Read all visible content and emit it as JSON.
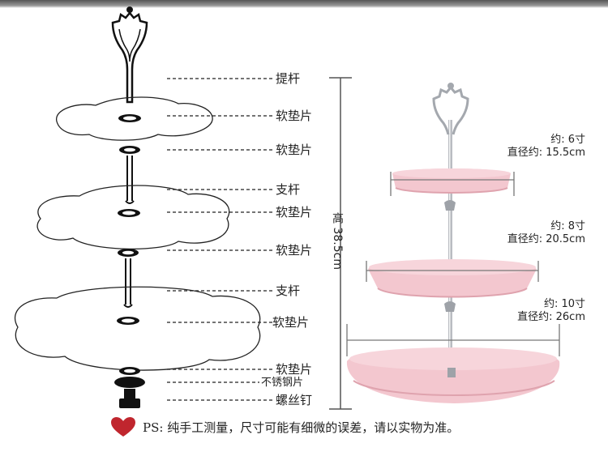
{
  "colors": {
    "plate": "#f3c7cf",
    "plate_shadow": "#dfa3ae",
    "metal": "#b9bcc2",
    "line": "#333333",
    "heart": "#c0262e"
  },
  "parts": {
    "handle": "提杆",
    "gasket": "软垫片",
    "rod": "支杆",
    "steel_washer": "不锈钢片",
    "screw": "螺丝钉"
  },
  "height": "高 38.5cm",
  "tiers": [
    {
      "size": "约: 6寸",
      "diameter": "直径约: 15.5cm"
    },
    {
      "size": "约: 8寸",
      "diameter": "直径约: 20.5cm"
    },
    {
      "size": "约: 10寸",
      "diameter": "直径约: 26cm"
    }
  ],
  "footnote": {
    "icon": "heart-icon",
    "text": "PS: 纯手工测量，尺寸可能有细微的误差，请以实物为准。"
  }
}
